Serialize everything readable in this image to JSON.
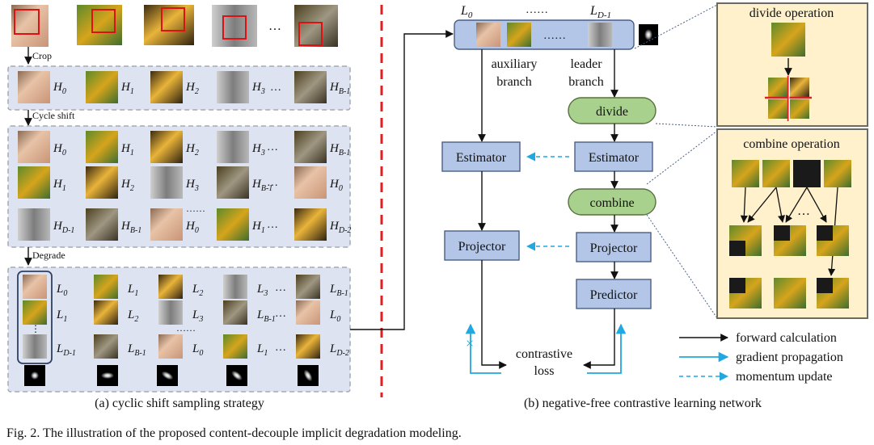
{
  "colors": {
    "panel_fill": "#dde3f1",
    "panel_border": "#a5a9b3",
    "module_fill": "#b4c6e7",
    "module_border": "#4a5f86",
    "pill_fill": "#a9d18e",
    "pill_border": "#56713f",
    "right_panel_fill": "#fff1cc",
    "right_panel_border": "#6b6a63",
    "red_dashes": "#e02020",
    "cyan": "#21a8e0",
    "arrow": "#111111"
  },
  "left": {
    "step_labels": [
      "Crop",
      "Cycle shift",
      "Degrade"
    ],
    "row_h": [
      {
        "sym": "H",
        "subs": [
          "0",
          "1",
          "2",
          "3",
          "B-1"
        ]
      }
    ],
    "cycle_rows": [
      {
        "sym": "H",
        "subs": [
          "0",
          "1",
          "2",
          "3",
          "B-1"
        ]
      },
      {
        "sym": "H",
        "subs": [
          "1",
          "2",
          "3",
          "B-1",
          "0"
        ]
      },
      {
        "sym": "H",
        "subs": [
          "D-1",
          "B-1",
          "0",
          "1",
          "D-2"
        ]
      }
    ],
    "degrade_rows": [
      {
        "sym": "L",
        "subs": [
          "0",
          "1",
          "2",
          "3",
          "B-1"
        ]
      },
      {
        "sym": "L",
        "subs": [
          "1",
          "2",
          "3",
          "B-1",
          "0"
        ]
      },
      {
        "sym": "L",
        "subs": [
          "D-1",
          "B-1",
          "0",
          "1",
          "D-2"
        ]
      }
    ],
    "ellipsis": "…",
    "vertical_dots": "⋮",
    "inner_ellipsis": "……",
    "caption": "(a) cyclic shift sampling strategy"
  },
  "mid": {
    "input_labels": {
      "sym": "L",
      "first_sub": "0",
      "dots": "……",
      "last_sub": "D-1"
    },
    "input_box_dots": "……",
    "aux_branch": [
      "auxiliary",
      "branch"
    ],
    "leader_branch": [
      "leader",
      "branch"
    ],
    "divide": "divide",
    "combine": "combine",
    "estimator": "Estimator",
    "projector": "Projector",
    "predictor": "Predictor",
    "loss": [
      "contrastive",
      "loss"
    ],
    "stop_grad_mark": "×",
    "caption": "(b) negative-free contrastive learning network"
  },
  "right": {
    "divide_title": "divide operation",
    "combine_title": "combine operation",
    "ellipsis": "…"
  },
  "legend": [
    {
      "label": "forward calculation",
      "style": "forward"
    },
    {
      "label": "gradient propagation",
      "style": "gradient"
    },
    {
      "label": "momentum update",
      "style": "momentum"
    }
  ],
  "figure_caption": "Fig. 2. The illustration of the proposed content-decouple implicit degradation modeling."
}
